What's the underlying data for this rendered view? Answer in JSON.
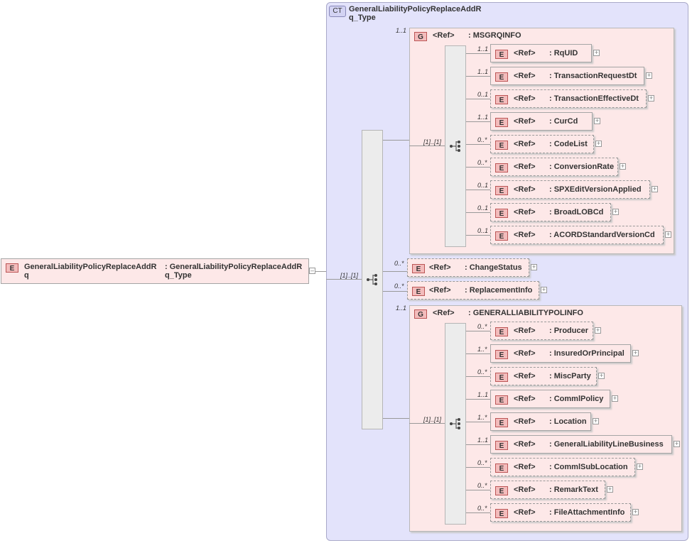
{
  "root": {
    "badge": "E",
    "name_line1": "GeneralLiabilityPolicyReplaceAddR",
    "name_line2": "q",
    "type_line1": ": GeneralLiabilityPolicyReplaceAddR",
    "type_line2": "q_Type",
    "collapse": "–"
  },
  "complex_type": {
    "badge": "CT",
    "title_line1": "GeneralLiabilityPolicyReplaceAddR",
    "title_line2": "q_Type"
  },
  "main_sequence": {
    "cardinality": "[1]..[1]"
  },
  "group1": {
    "badge": "G",
    "ref": "<Ref>",
    "name": ": MSGRQINFO",
    "cardinality": "1..1",
    "seq_cardinality": "[1]..[1]",
    "elements": [
      {
        "card": "1..1",
        "ref": "<Ref>",
        "name": ": RqUID",
        "optional": false
      },
      {
        "card": "1..1",
        "ref": "<Ref>",
        "name": ": TransactionRequestDt",
        "optional": false
      },
      {
        "card": "0..1",
        "ref": "<Ref>",
        "name": ": TransactionEffectiveDt",
        "optional": true
      },
      {
        "card": "1..1",
        "ref": "<Ref>",
        "name": ": CurCd",
        "optional": false
      },
      {
        "card": "0..*",
        "ref": "<Ref>",
        "name": ": CodeList",
        "optional": true
      },
      {
        "card": "0..*",
        "ref": "<Ref>",
        "name": ": ConversionRate",
        "optional": true
      },
      {
        "card": "0..1",
        "ref": "<Ref>",
        "name": ": SPXEditVersionApplied",
        "optional": true
      },
      {
        "card": "0..1",
        "ref": "<Ref>",
        "name": ": BroadLOBCd",
        "optional": true
      },
      {
        "card": "0..1",
        "ref": "<Ref>",
        "name": ": ACORDStandardVersionCd",
        "optional": true
      }
    ]
  },
  "middle": [
    {
      "card": "0..*",
      "badge": "E",
      "ref": "<Ref>",
      "name": ": ChangeStatus"
    },
    {
      "card": "0..*",
      "badge": "E",
      "ref": "<Ref>",
      "name": ": ReplacementInfo"
    }
  ],
  "group2": {
    "badge": "G",
    "ref": "<Ref>",
    "name": ": GENERALLIABILITYPOLINFO",
    "cardinality": "1..1",
    "seq_cardinality": "[1]..[1]",
    "elements": [
      {
        "card": "0..*",
        "ref": "<Ref>",
        "name": ": Producer",
        "optional": true
      },
      {
        "card": "1..*",
        "ref": "<Ref>",
        "name": ": InsuredOrPrincipal",
        "optional": false
      },
      {
        "card": "0..*",
        "ref": "<Ref>",
        "name": ": MiscParty",
        "optional": true
      },
      {
        "card": "1..1",
        "ref": "<Ref>",
        "name": ": CommlPolicy",
        "optional": false
      },
      {
        "card": "1..*",
        "ref": "<Ref>",
        "name": ": Location",
        "optional": false
      },
      {
        "card": "1..1",
        "ref": "<Ref>",
        "name": ": GeneralLiabilityLineBusiness",
        "optional": false
      },
      {
        "card": "0..*",
        "ref": "<Ref>",
        "name": ": CommlSubLocation",
        "optional": true
      },
      {
        "card": "0..*",
        "ref": "<Ref>",
        "name": ": RemarkText",
        "optional": true
      },
      {
        "card": "0..*",
        "ref": "<Ref>",
        "name": ": FileAttachmentInfo",
        "optional": true
      }
    ]
  },
  "element_badge": "E",
  "expand_symbol": "+"
}
